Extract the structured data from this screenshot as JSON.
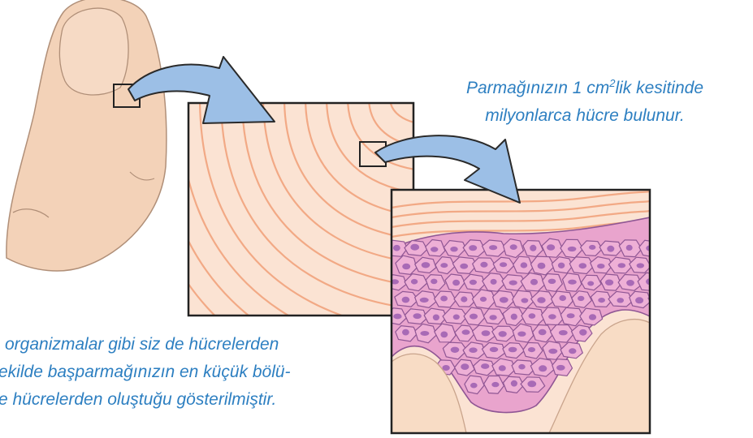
{
  "caption_top": {
    "line1_pre": "Parmağınızın 1 cm",
    "line1_sup": "2",
    "line1_post": "lik kesitinde",
    "line2": "milyonlarca hücre bulunur."
  },
  "caption_bottom": {
    "line1": "organizmalar gibi siz de hücrelerden",
    "line2": "ekilde  başparmağınızın en küçük bölü-",
    "line3": "e hücrelerden oluştuğu gösterilmiştir."
  },
  "colors": {
    "skin": "#f3d2b8",
    "skin_outline": "#b08f78",
    "tissue_bg": "#fbe3d3",
    "ridge": "#f2a985",
    "arrow_fill": "#9cbfe6",
    "arrow_outline": "#2a2a2a",
    "cell_fill": "#e9a4cd",
    "cell_outline": "#8f5694",
    "nucleus": "#a86ab6",
    "caption": "#2d7fc1"
  }
}
